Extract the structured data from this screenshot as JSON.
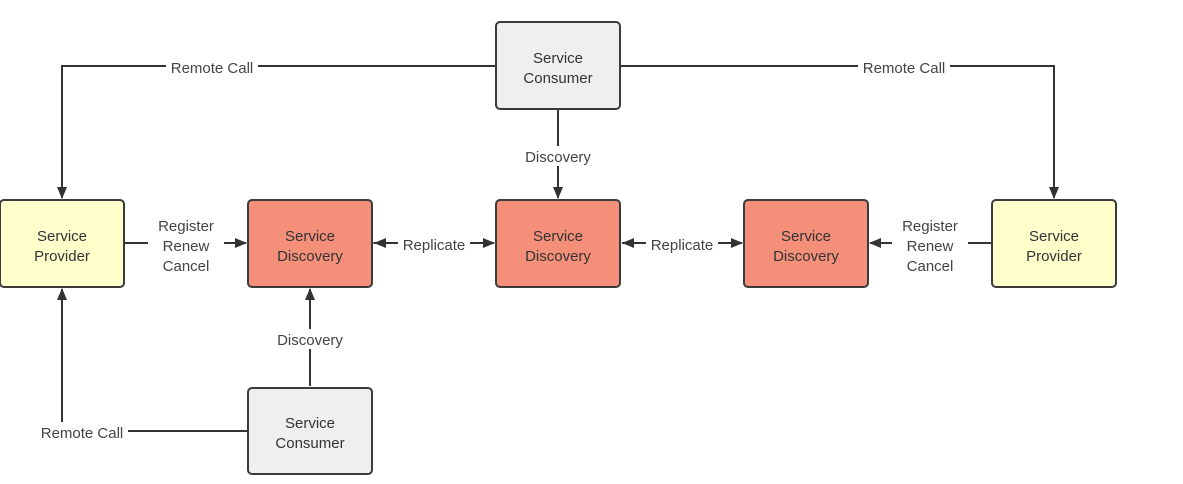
{
  "nodes": {
    "consumer_top": {
      "line1": "Service",
      "line2": "Consumer"
    },
    "consumer_bottom": {
      "line1": "Service",
      "line2": "Consumer"
    },
    "provider_left": {
      "line1": "Service",
      "line2": "Provider"
    },
    "provider_right": {
      "line1": "Service",
      "line2": "Provider"
    },
    "discovery_left": {
      "line1": "Service",
      "line2": "Discovery"
    },
    "discovery_center": {
      "line1": "Service",
      "line2": "Discovery"
    },
    "discovery_right": {
      "line1": "Service",
      "line2": "Discovery"
    }
  },
  "edges": {
    "remote_call_top_left": "Remote Call",
    "remote_call_top_right": "Remote Call",
    "remote_call_bottom": "Remote Call",
    "discovery_top": "Discovery",
    "discovery_bottom": "Discovery",
    "replicate_left": "Replicate",
    "replicate_right": "Replicate",
    "register_left": [
      "Register",
      "Renew",
      "Cancel"
    ],
    "register_right": [
      "Register",
      "Renew",
      "Cancel"
    ]
  },
  "colors": {
    "consumer_fill": "#efefef",
    "provider_fill": "#ffffcc",
    "discovery_fill": "#f4907a",
    "stroke": "#3a3a3a"
  }
}
